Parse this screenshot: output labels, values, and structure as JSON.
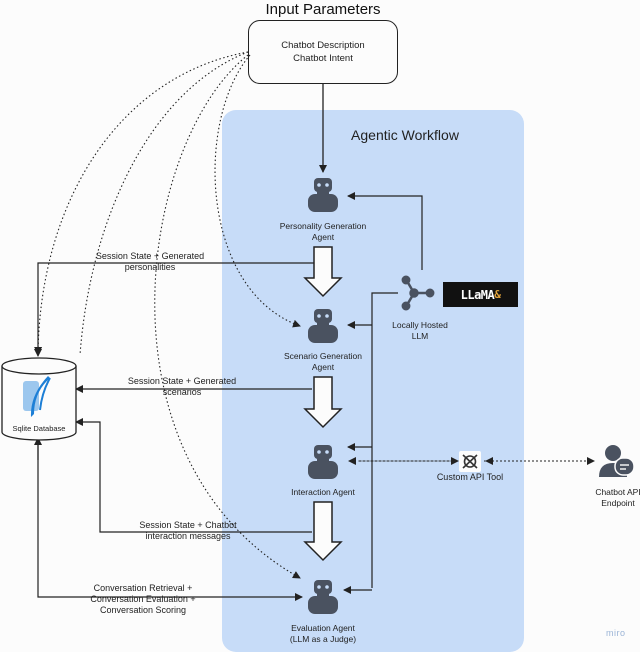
{
  "titles": {
    "input_parameters": "Input Parameters",
    "agentic_workflow": "Agentic Workflow"
  },
  "input_box": {
    "line1": "Chatbot Description",
    "line2": "Chatbot Intent"
  },
  "agents": {
    "personality": {
      "line1": "Personality Generation",
      "line2": "Agent"
    },
    "scenario": {
      "line1": "Scenario Generation",
      "line2": "Agent"
    },
    "interaction": {
      "line1": "Interaction Agent"
    },
    "evaluation": {
      "line1": "Evaluation Agent",
      "line2": "(LLM as a Judge)"
    }
  },
  "llm": {
    "line1": "Locally Hosted",
    "line2": "LLM",
    "logo_text": "LLaMA",
    "logo_mark": "&"
  },
  "api_tool": {
    "label": "Custom API Tool"
  },
  "endpoint": {
    "line1": "Chatbot API",
    "line2": "Endpoint"
  },
  "database": {
    "label": "Sqlite Database"
  },
  "edge_labels": {
    "personalities": {
      "line1": "Session State + Generated",
      "line2": "personalities"
    },
    "scenarios": {
      "line1": "Session State + Generated",
      "line2": "scenarios"
    },
    "interaction": {
      "line1": "Session State + Chatbot",
      "line2": "interaction messages"
    },
    "conversation": {
      "line1": "Conversation Retrieval +",
      "line2": "Conversation Evaluation +",
      "line3": "Conversation Scoring"
    }
  },
  "watermark": "miro",
  "colors": {
    "workflow_bg": "#c7dcf8",
    "robot_icon": "#4a5260",
    "line": "#222222",
    "llama_logo_bg": "#111111",
    "llama_accent": "#e2a33a",
    "database_icon": "#1d7fd6"
  }
}
